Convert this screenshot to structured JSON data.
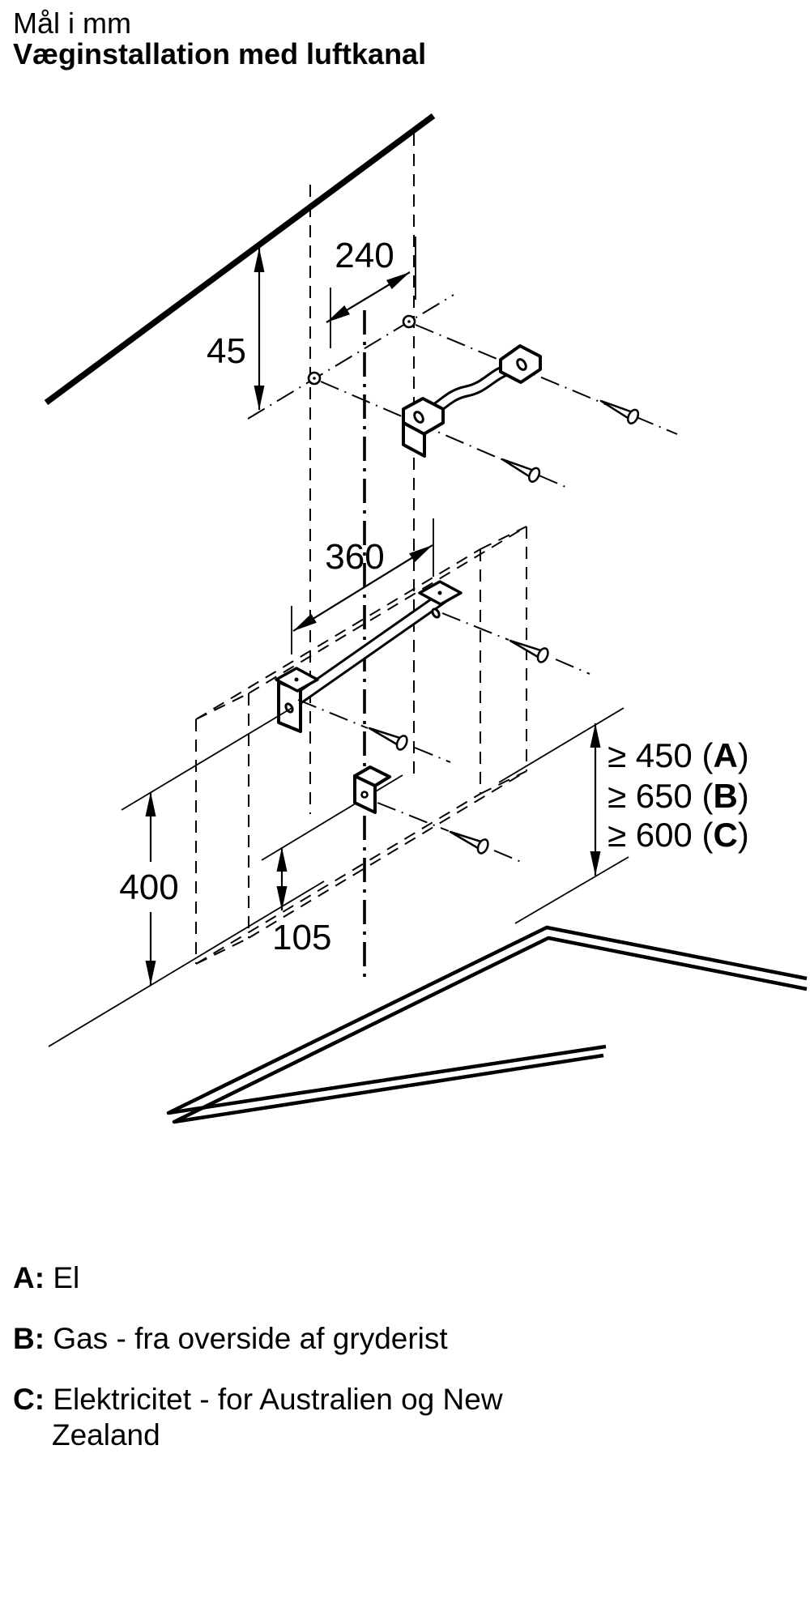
{
  "header": {
    "subtitle": "Mål i mm",
    "title": "Væginstallation med luftkanal"
  },
  "dimensions": {
    "top_bracket_hole_spacing": "240",
    "ceiling_to_top_holes": "45",
    "bar_hole_spacing": "360",
    "bar_to_cooktop": "400",
    "lower_bracket_offset": "105"
  },
  "clearances": [
    {
      "prefix": "≥ 450 (",
      "key": "A",
      "suffix": ")"
    },
    {
      "prefix": "≥ 650 (",
      "key": "B",
      "suffix": ")"
    },
    {
      "prefix": "≥ 600 (",
      "key": "C",
      "suffix": ")"
    }
  ],
  "legend": [
    {
      "key": "A:",
      "text": "El"
    },
    {
      "key": "B:",
      "text": "Gas - fra overside af gryderist"
    },
    {
      "key": "C:",
      "text": "Elektricitet - for Australien og New",
      "text_line2": "Zealand"
    }
  ],
  "colors": {
    "ink": "#000000",
    "background": "#ffffff"
  }
}
